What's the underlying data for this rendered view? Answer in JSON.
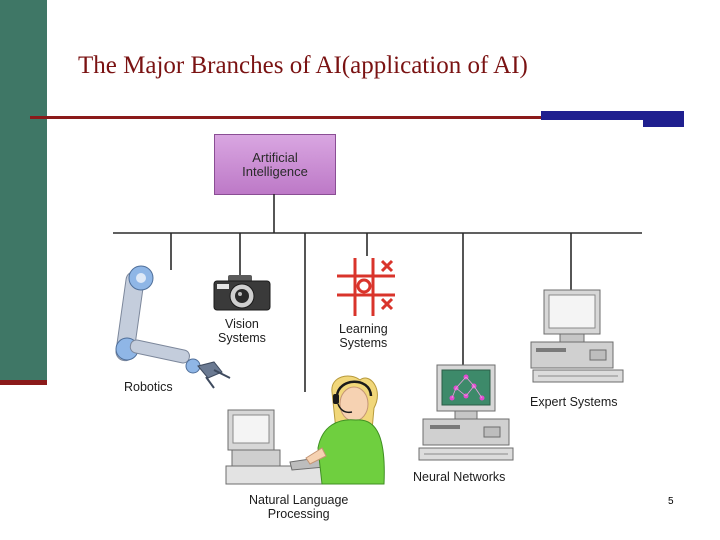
{
  "slide": {
    "title": "The Major Branches of AI(application of AI)",
    "page_number": "5"
  },
  "diagram": {
    "root": {
      "line1": "Artificial",
      "line2": "Intelligence"
    },
    "branches": [
      {
        "id": "robotics",
        "line1": "Robotics",
        "line2": ""
      },
      {
        "id": "vision",
        "line1": "Vision",
        "line2": "Systems"
      },
      {
        "id": "nlp",
        "line1": "Natural Language",
        "line2": "Processing"
      },
      {
        "id": "learning",
        "line1": "Learning",
        "line2": "Systems"
      },
      {
        "id": "neural",
        "line1": "Neural Networks",
        "line2": ""
      },
      {
        "id": "expert",
        "line1": "Expert Systems",
        "line2": ""
      }
    ]
  },
  "colors": {
    "sidebar": "#3f7766",
    "title": "#7a1212",
    "rule": "#8b1a1a",
    "accent": "#1f1f8f",
    "root_box": "#c98ad3",
    "tic_tac_toe": "#d9342b",
    "headset_person": "#6fcf3f"
  }
}
